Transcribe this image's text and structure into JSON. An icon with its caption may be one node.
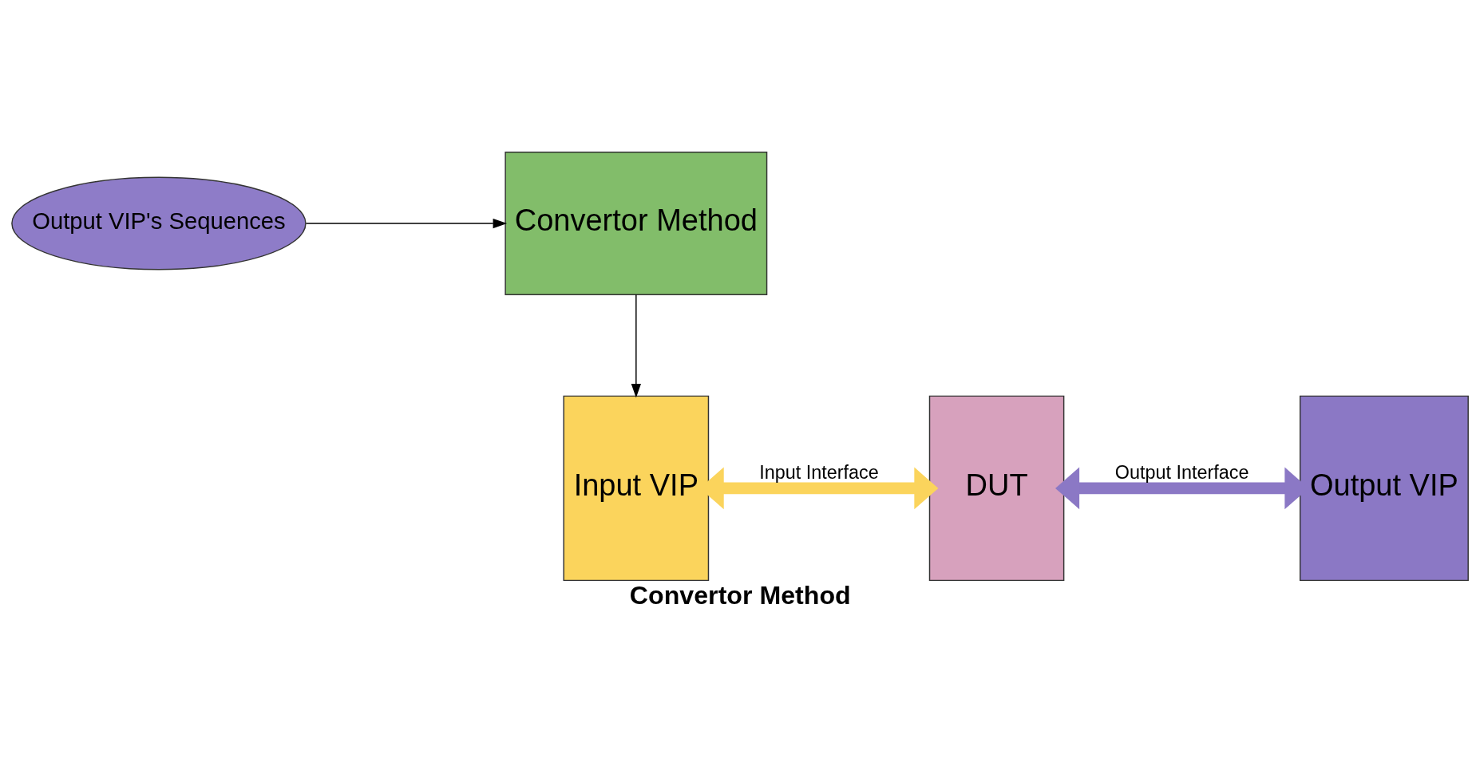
{
  "diagram": {
    "caption": "Convertor Method",
    "nodes": [
      {
        "text": [
          "Convertor Method"
        ]
      },
      {
        "text": [
          "Output VIP's Sequences"
        ]
      },
      {
        "text": [
          "Input VIP"
        ]
      },
      {
        "text": [
          "DUT"
        ]
      },
      {
        "text": [
          "Output VIP"
        ]
      }
    ],
    "edges": [
      {
        "from": 1,
        "to": 0,
        "arrow": "to"
      },
      {
        "from": 0,
        "to": 2,
        "arrow": "to"
      },
      {
        "from": 2,
        "to": 3,
        "arrow": "both",
        "label": "Input Interface",
        "style": "thick",
        "color": "#fbd45c"
      },
      {
        "from": 3,
        "to": 4,
        "arrow": "both",
        "label": "Output Interface",
        "style": "thick",
        "color": "#8b78c5"
      }
    ]
  }
}
